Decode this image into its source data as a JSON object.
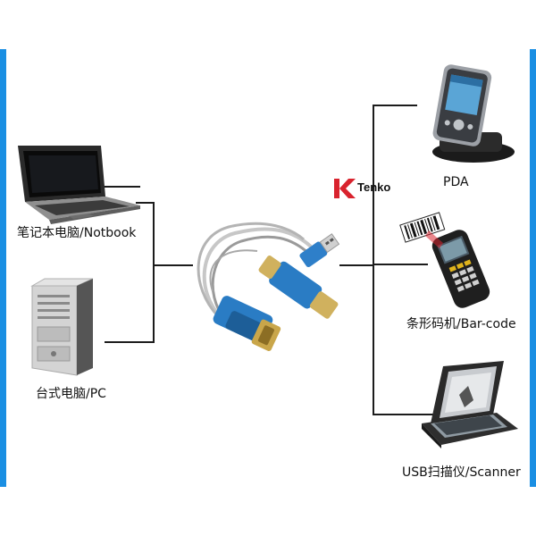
{
  "colors": {
    "accent_bar": "#1a8fe3",
    "brand_red": "#d9232e",
    "line": "#1c1c1c",
    "cable_blue": "#2e7fc9"
  },
  "brand": {
    "name": "Tenko"
  },
  "devices": {
    "notebook": {
      "label": "笔记本电脑/Notbook",
      "icon": "laptop-icon"
    },
    "pc": {
      "label": "台式电脑/PC",
      "icon": "desktop-tower-icon"
    },
    "pda": {
      "label": "PDA",
      "icon": "pda-icon"
    },
    "barcode": {
      "label": "条形码机/Bar-code",
      "icon": "barcode-scanner-icon"
    },
    "scanner": {
      "label": "USB扫描仪/Scanner",
      "icon": "flatbed-scanner-icon"
    }
  },
  "center_product": {
    "icon": "usb-to-serial-cable-icon"
  }
}
